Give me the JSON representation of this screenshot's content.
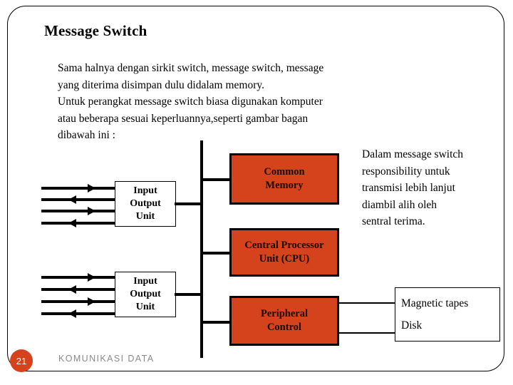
{
  "slide": {
    "title": "Message Switch",
    "page_number": "21",
    "footer": "KOMUNIKASI DATA",
    "accent_color": "#D4431C",
    "frame_color": "#000000",
    "footer_color": "#8a8a8a"
  },
  "body": {
    "lines": [
      "Sama halnya dengan sirkit switch, message switch, message",
      "yang diterima disimpan dulu didalam memory.",
      "Untuk perangkat message switch biasa digunakan komputer",
      "atau beberapa sesuai keperluannya,seperti gambar bagan",
      "dibawah ini :"
    ]
  },
  "side_note": {
    "lines": [
      "Dalam message switch",
      "responsibility untuk",
      "transmisi lebih lanjut",
      "diambil alih oleh",
      "sentral terima."
    ]
  },
  "diagram": {
    "io_unit_1": {
      "line1": "Input",
      "line2": "Output",
      "line3": "Unit"
    },
    "io_unit_2": {
      "line1": "Input",
      "line2": "Output",
      "line3": "Unit"
    },
    "common_memory": {
      "line1": "Common",
      "line2": "Memory"
    },
    "cpu": {
      "line1": "Central Processor",
      "line2": "Unit (CPU)"
    },
    "peripheral_control": {
      "line1": "Peripheral",
      "line2": "Control"
    },
    "storage": {
      "line1": "Magnetic tapes",
      "line2": "Disk"
    }
  }
}
